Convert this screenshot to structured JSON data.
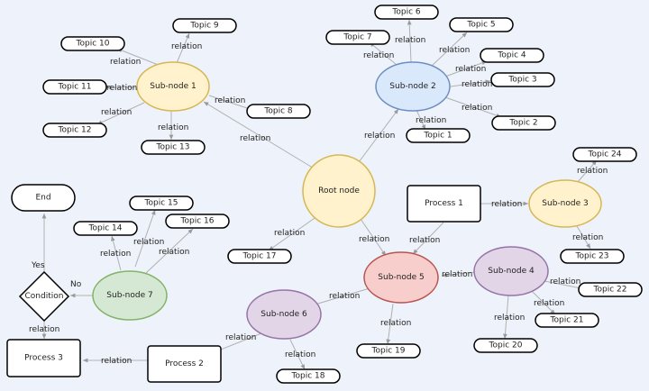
{
  "diagram": {
    "root": "Root node",
    "subnodes": {
      "s1": "Sub-node 1",
      "s2": "Sub-node 2",
      "s3": "Sub-node 3",
      "s4": "Sub-node 4",
      "s5": "Sub-node 5",
      "s6": "Sub-node 6",
      "s7": "Sub-node 7"
    },
    "topics": {
      "t1": "Topic 1",
      "t2": "Topic 2",
      "t3": "Topic 3",
      "t4": "Topic 4",
      "t5": "Topic 5",
      "t6": "Topic 6",
      "t7": "Topic 7",
      "t8": "Topic 8",
      "t9": "Topic 9",
      "t10": "Topic 10",
      "t11": "Topic 11",
      "t12": "Topic 12",
      "t13": "Topic 13",
      "t14": "Topic 14",
      "t15": "Topic 15",
      "t16": "Topic 16",
      "t17": "Topic 17",
      "t18": "Topic 18",
      "t19": "Topic 19",
      "t20": "Topic 20",
      "t21": "Topic 21",
      "t22": "Topic 22",
      "t23": "Topic 23",
      "t24": "Topic 24"
    },
    "processes": {
      "p1": "Process 1",
      "p2": "Process 2",
      "p3": "Process 3"
    },
    "end": "End",
    "condition": "Condition",
    "relation_label": "relation",
    "yes_label": "Yes",
    "no_label": "No",
    "colors": {
      "yellow_fill": "#fff2cc",
      "yellow_stroke": "#d6b656",
      "blue_fill": "#dae8fc",
      "blue_stroke": "#6c8ebf",
      "red_fill": "#f8cecc",
      "red_stroke": "#b85450",
      "purple_fill": "#e1d5e7",
      "purple_stroke": "#9673a6",
      "green_fill": "#d5e8d4",
      "green_stroke": "#82b366"
    }
  }
}
